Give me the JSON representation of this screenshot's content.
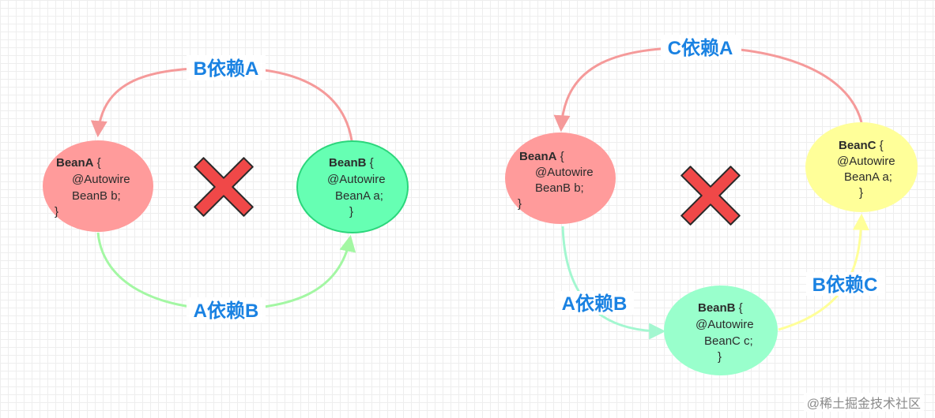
{
  "left_diagram": {
    "nodes": {
      "bean_a": {
        "name": "BeanA",
        "open_brace": " {",
        "annotation": "@Autowire",
        "field": "BeanB b;",
        "close_brace": "}",
        "color": "#ff9b9b"
      },
      "bean_b": {
        "name": "BeanB",
        "open_brace": " {",
        "annotation": "@Autowire",
        "field": "BeanA a;",
        "close_brace": "}",
        "color": "#66ffb3",
        "stroke": "#2bd67b"
      }
    },
    "edges": {
      "b_depends_a": {
        "label": "B依赖A",
        "color": "#f59a9a"
      },
      "a_depends_b": {
        "label": "A依赖B",
        "color": "#a3f7a3"
      }
    },
    "status_icon": "cross-mark-icon"
  },
  "right_diagram": {
    "nodes": {
      "bean_a": {
        "name": "BeanA",
        "open_brace": " {",
        "annotation": "@Autowire",
        "field": "BeanB b;",
        "close_brace": "}",
        "color": "#ff9b9b"
      },
      "bean_b": {
        "name": "BeanB",
        "open_brace": " {",
        "annotation": "@Autowire",
        "field": "BeanC c;",
        "close_brace": "}",
        "color": "#99ffcc"
      },
      "bean_c": {
        "name": "BeanC",
        "open_brace": " {",
        "annotation": "@Autowire",
        "field": "BeanA a;",
        "close_brace": "}",
        "color": "#ffff99"
      }
    },
    "edges": {
      "c_depends_a": {
        "label": "C依赖A",
        "color": "#f59a9a"
      },
      "a_depends_b": {
        "label": "A依赖B",
        "color": "#a3f7d0"
      },
      "b_depends_c": {
        "label": "B依赖C",
        "color": "#ffff99"
      }
    },
    "status_icon": "cross-mark-icon"
  },
  "colors": {
    "cross_fill": "#f04848",
    "cross_stroke": "#2b2b2b",
    "label_blue": "#1a82e2"
  },
  "watermark": "@稀土掘金技术社区"
}
